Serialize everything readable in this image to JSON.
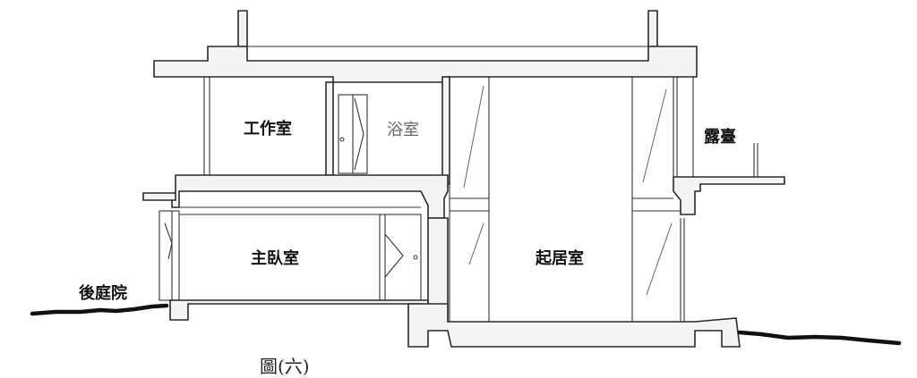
{
  "rooms": {
    "studio": "工作室",
    "bath": "浴室",
    "terrace": "露臺",
    "master_bedroom": "主臥室",
    "living_room": "起居室",
    "backyard": "後庭院"
  },
  "caption": "圖(六)"
}
